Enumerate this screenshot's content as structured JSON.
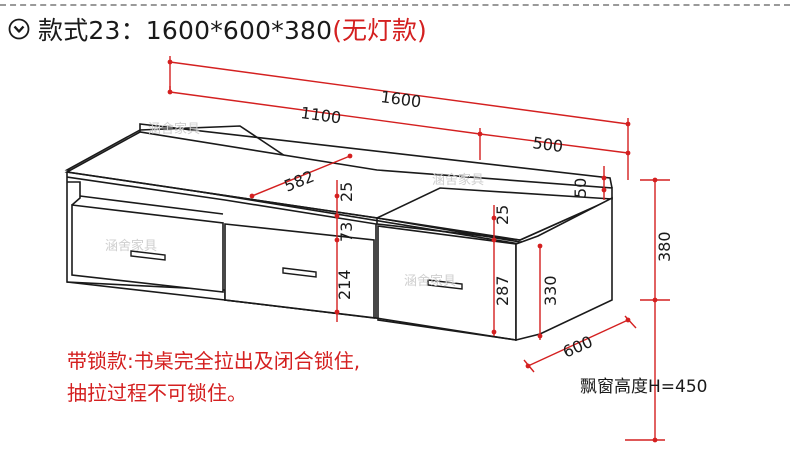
{
  "header": {
    "icon": "chevron-down-circle-icon",
    "style_label": "款式23：1600*600*380",
    "variant_label": "(无灯款)"
  },
  "dimensions": {
    "overall_width": "1600",
    "left_width": "1100",
    "right_width": "500",
    "depth_diag": "582",
    "back_rail": "50",
    "top_thk_left": "25",
    "top_thk_right": "25",
    "drawer_gap": "73",
    "left_drawer_height": "214",
    "right_drawer_height": "287",
    "side_height": "330",
    "total_height": "380",
    "depth": "600"
  },
  "watermarks": [
    "涵舍家具",
    "涵舍家具",
    "涵舍家具",
    "涵舍家具"
  ],
  "notes": {
    "line1": "带锁款:书桌完全拉出及闭合锁住,",
    "line2": "抽拉过程不可锁住。"
  },
  "bay_window": "飘窗高度H=450",
  "colors": {
    "dimension": "#d42020",
    "outline": "#1a1a1a",
    "title": "#1a1a1a"
  }
}
